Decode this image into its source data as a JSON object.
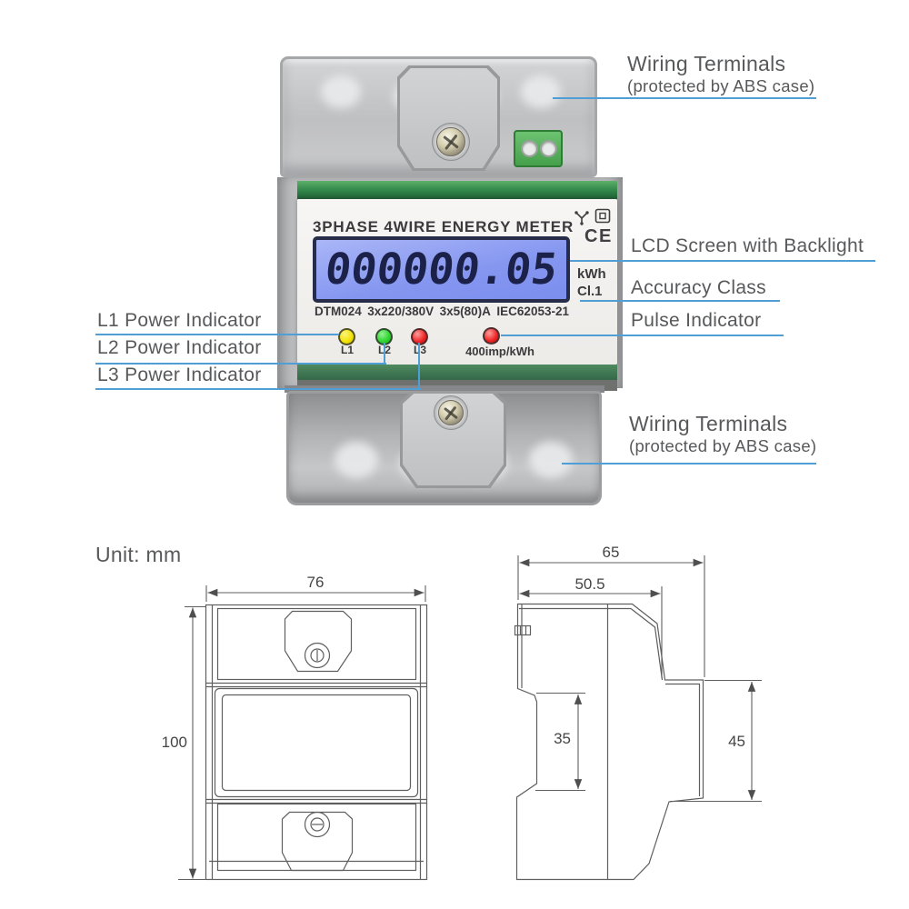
{
  "callouts": {
    "wiring_top": {
      "title": "Wiring Terminals",
      "subtitle": "(protected by ABS case)"
    },
    "lcd": {
      "label": "LCD Screen with Backlight"
    },
    "accuracy": {
      "label": "Accuracy Class"
    },
    "pulse": {
      "label": "Pulse Indicator"
    },
    "l1": {
      "label": "L1 Power Indicator"
    },
    "l2": {
      "label": "L2 Power Indicator"
    },
    "l3": {
      "label": "L3 Power Indicator"
    },
    "wiring_bottom": {
      "title": "Wiring Terminals",
      "subtitle": "(protected by ABS case)"
    }
  },
  "meter": {
    "title": "3PHASE 4WIRE ENERGY METER",
    "display_value": "000000.05",
    "display_unit": "kWh",
    "accuracy_class": "Cl.1",
    "ce_mark": "CE",
    "spec": [
      "DTM024",
      "3x220/380V",
      "3x5(80)A",
      "IEC62053-21"
    ],
    "leds": [
      {
        "label": "L1",
        "color": "#f2e200"
      },
      {
        "label": "L2",
        "color": "#2bd32b"
      },
      {
        "label": "L3",
        "color": "#ee2222"
      }
    ],
    "pulse_led": {
      "label": "400imp/kWh",
      "color": "#ee2222"
    },
    "icons": [
      "three-phase-wye",
      "double-insulation"
    ]
  },
  "drawing": {
    "unit_label": "Unit: mm",
    "front_view": {
      "width_mm": "76",
      "height_mm": "100"
    },
    "side_view": {
      "depth_mm": "65",
      "upper_depth_mm": "50.5",
      "rail_offset_mm": "35",
      "lower_height_mm": "45"
    }
  },
  "colors": {
    "callout_blue": "#4f9fd6",
    "label_gray": "#58595b",
    "lcd_blue": "#8596f0",
    "lcd_text_navy": "#1b2148",
    "pcb_green": "#2f8448",
    "terminal_green": "#46a04c"
  }
}
